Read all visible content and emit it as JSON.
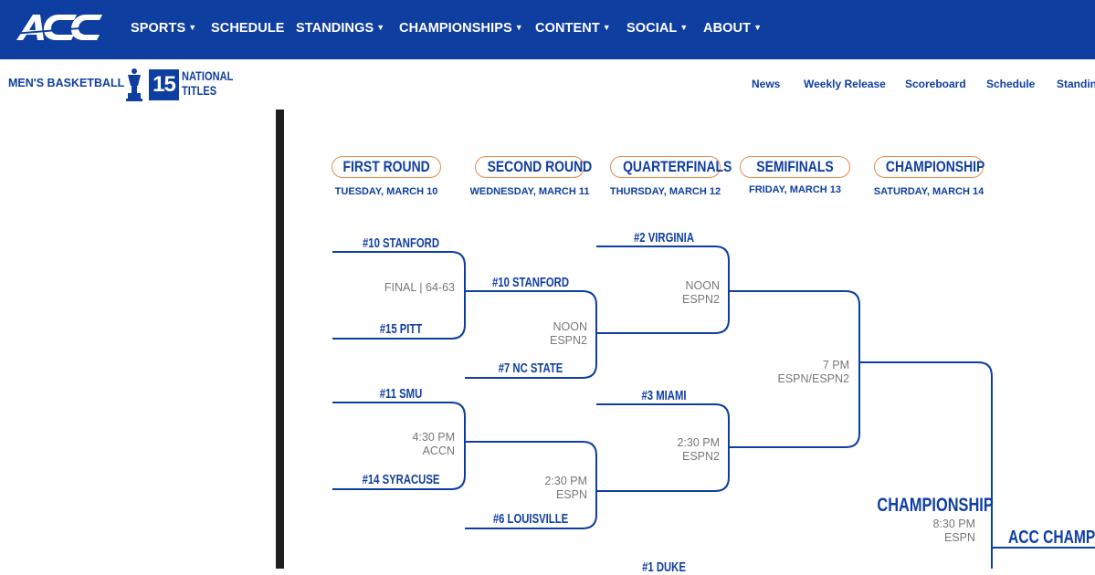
{
  "topnav": {
    "logo": "ACC",
    "items": [
      "SPORTS",
      "SCHEDULE",
      "STANDINGS",
      "CHAMPIONSHIPS",
      "CONTENT",
      "SOCIAL",
      "ABOUT"
    ]
  },
  "subbar": {
    "sport": "MEN'S BASKETBALL",
    "titles_count": "15",
    "titles_line1": "NATIONAL",
    "titles_line2": "TITLES",
    "links": [
      "News",
      "Weekly Release",
      "Scoreboard",
      "Schedule",
      "Standings"
    ]
  },
  "rounds": [
    {
      "name": "FIRST ROUND",
      "date": "TUESDAY, MARCH 10"
    },
    {
      "name": "SECOND ROUND",
      "date": "WEDNESDAY, MARCH 11"
    },
    {
      "name": "QUARTERFINALS",
      "date": "THURSDAY, MARCH 12"
    },
    {
      "name": "SEMIFINALS",
      "date": "FRIDAY, MARCH 13"
    },
    {
      "name": "CHAMPIONSHIP",
      "date": "SATURDAY, MARCH 14"
    }
  ],
  "games": {
    "r1g1": {
      "top": "#10 STANFORD",
      "bottom": "#15 PITT",
      "info1": "FINAL | 64-63",
      "info2": ""
    },
    "r1g2": {
      "top": "#11 SMU",
      "bottom": "#14 SYRACUSE",
      "info1": "4:30 PM",
      "info2": "ACCN"
    },
    "r2g1": {
      "top": "#10 STANFORD",
      "bottom": "#7 NC STATE",
      "info1": "NOON",
      "info2": "ESPN2"
    },
    "r2g2": {
      "top": "",
      "bottom": "#6 LOUISVILLE",
      "info1": "2:30 PM",
      "info2": "ESPN"
    },
    "qf1": {
      "top": "#2 VIRGINIA",
      "bottom": "",
      "info1": "NOON",
      "info2": "ESPN2"
    },
    "qf2": {
      "top": "#3 MIAMI",
      "bottom": "",
      "info1": "2:30 PM",
      "info2": "ESPN2"
    },
    "qf3": {
      "top": "#1 DUKE"
    },
    "sf1": {
      "info1": "7 PM",
      "info2": "ESPN/ESPN2"
    },
    "final": {
      "label": "CHAMPIONSHIP",
      "info1": "8:30 PM",
      "info2": "ESPN",
      "winner": "ACC CHAMPION"
    }
  },
  "colors": {
    "primary": "#0f3ea1",
    "accent": "#e58a4b",
    "muted": "#777777"
  }
}
